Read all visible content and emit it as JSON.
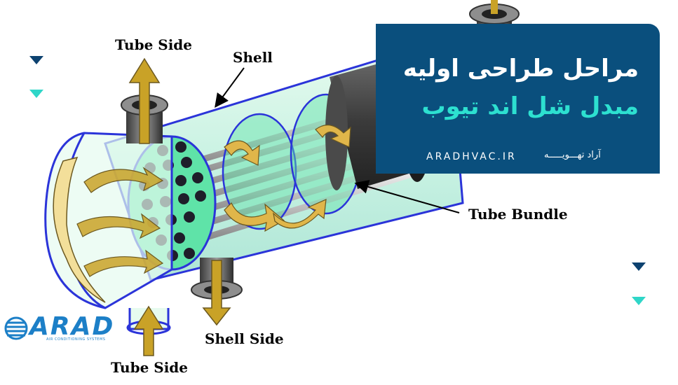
{
  "labels": {
    "tube_side_top": "Tube Side",
    "shell": "Shell",
    "tube_bundle": "Tube Bundle",
    "shell_side": "Shell Side",
    "tube_side_bottom": "Tube Side"
  },
  "banner": {
    "title_line1": "مراحل طراحی اولیه",
    "title_line2": "مبدل شل اند تیوب",
    "website": "ARADHVAC.IR",
    "brand": "آراد تهـــویـــــه"
  },
  "logo": {
    "name": "ARAD",
    "tagline": "AIR CONDITIONING SYSTEMS"
  },
  "colors": {
    "banner_bg": "#0a4f7d",
    "accent_teal": "#2de0d0",
    "navy": "#0d4270",
    "arrow_gold": "#c9a227",
    "shell_outline": "#2b34d9",
    "tube_sheet": "#5fe3a8"
  }
}
